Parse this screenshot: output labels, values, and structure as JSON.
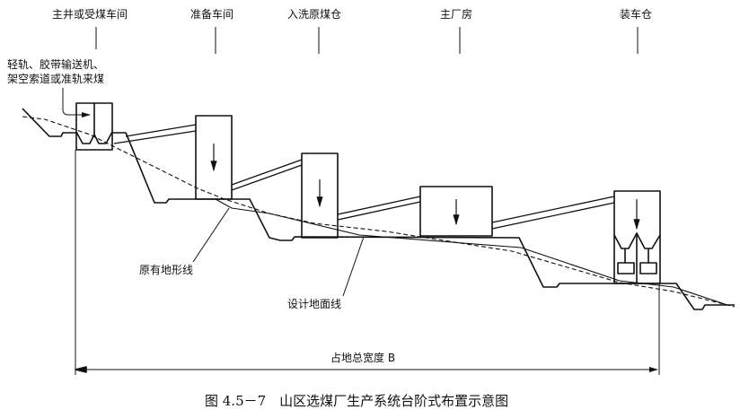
{
  "labels": {
    "main_shaft": "主井或受煤车间",
    "prep_workshop": "准备车间",
    "raw_coal_bin": "入洗原煤仓",
    "main_building": "主厂房",
    "loading_bin": "装车仓",
    "incoming_line1": "轻轨、胶带输送机、",
    "incoming_line2": "架空索道或准轨来煤",
    "original_terrain": "原有地形线",
    "design_ground": "设计地面线",
    "total_width": "占地总宽度 B"
  },
  "caption": "图 4.5－7　山区选煤厂生产系统台阶式布置示意图"
}
